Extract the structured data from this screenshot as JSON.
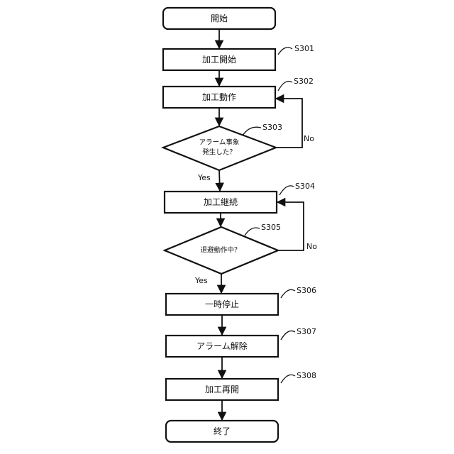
{
  "nodes": {
    "start": {
      "label": "開始"
    },
    "s301": {
      "label": "加工開始",
      "step": "S301"
    },
    "s302": {
      "label": "加工動作",
      "step": "S302"
    },
    "s303": {
      "label_line1": "アラーム事象",
      "label_line2": "発生した？",
      "step": "S303"
    },
    "s304": {
      "label": "加工継続",
      "step": "S304"
    },
    "s305": {
      "label": "退避動作中？",
      "step": "S305"
    },
    "s306": {
      "label": "一時停止",
      "step": "S306"
    },
    "s307": {
      "label": "アラーム解除",
      "step": "S307"
    },
    "s308": {
      "label": "加工再開",
      "step": "S308"
    },
    "end": {
      "label": "終了"
    }
  },
  "branches": {
    "s303_yes": "Yes",
    "s303_no": "No",
    "s305_yes": "Yes",
    "s305_no": "No"
  }
}
